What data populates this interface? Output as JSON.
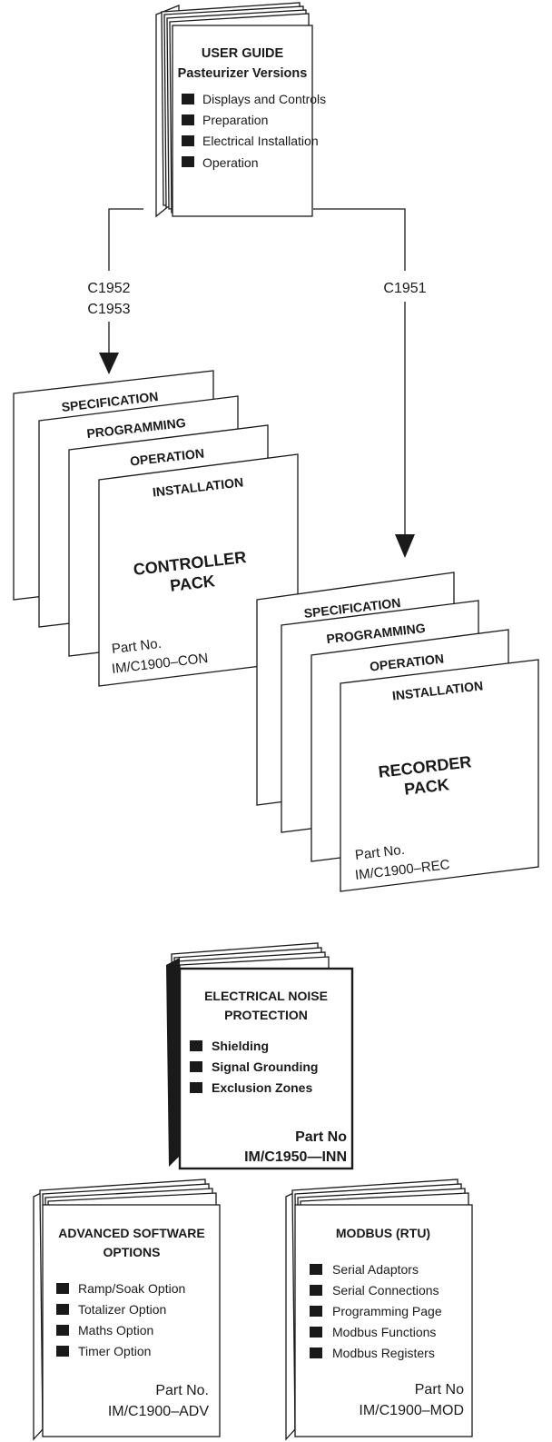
{
  "user_guide": {
    "title": "USER GUIDE",
    "subtitle": "Pasteurizer Versions",
    "items": [
      "Displays and Controls",
      "Preparation",
      "Electrical Installation",
      "Operation"
    ]
  },
  "branches": {
    "left_line1": "C1952",
    "left_line2": "C1953",
    "right": "C1951"
  },
  "controller_pack": {
    "sheets": [
      "SPECIFICATION",
      "PROGRAMMING",
      "OPERATION",
      "INSTALLATION"
    ],
    "title_line1": "CONTROLLER",
    "title_line2": "PACK",
    "part_label": "Part No.",
    "part_number": "IM/C1900–CON"
  },
  "recorder_pack": {
    "sheets": [
      "SPECIFICATION",
      "PROGRAMMING",
      "OPERATION",
      "INSTALLATION"
    ],
    "title_line1": "RECORDER",
    "title_line2": "PACK",
    "part_label": "Part No.",
    "part_number": "IM/C1900–REC"
  },
  "noise_protection": {
    "title_line1": "ELECTRICAL NOISE",
    "title_line2": "PROTECTION",
    "items": [
      "Shielding",
      "Signal Grounding",
      "Exclusion Zones"
    ],
    "part_label": "Part No",
    "part_number": "IM/C1950—INN"
  },
  "advanced_software": {
    "title_line1": "ADVANCED SOFTWARE",
    "title_line2": "OPTIONS",
    "items": [
      "Ramp/Soak Option",
      "Totalizer Option",
      "Maths Option",
      "Timer Option"
    ],
    "part_label": "Part No.",
    "part_number": "IM/C1900–ADV"
  },
  "modbus": {
    "title": "MODBUS (RTU)",
    "items": [
      "Serial Adaptors",
      "Serial Connections",
      "Programming Page",
      "Modbus Functions",
      "Modbus Registers"
    ],
    "part_label": "Part No",
    "part_number": "IM/C1900–MOD"
  }
}
